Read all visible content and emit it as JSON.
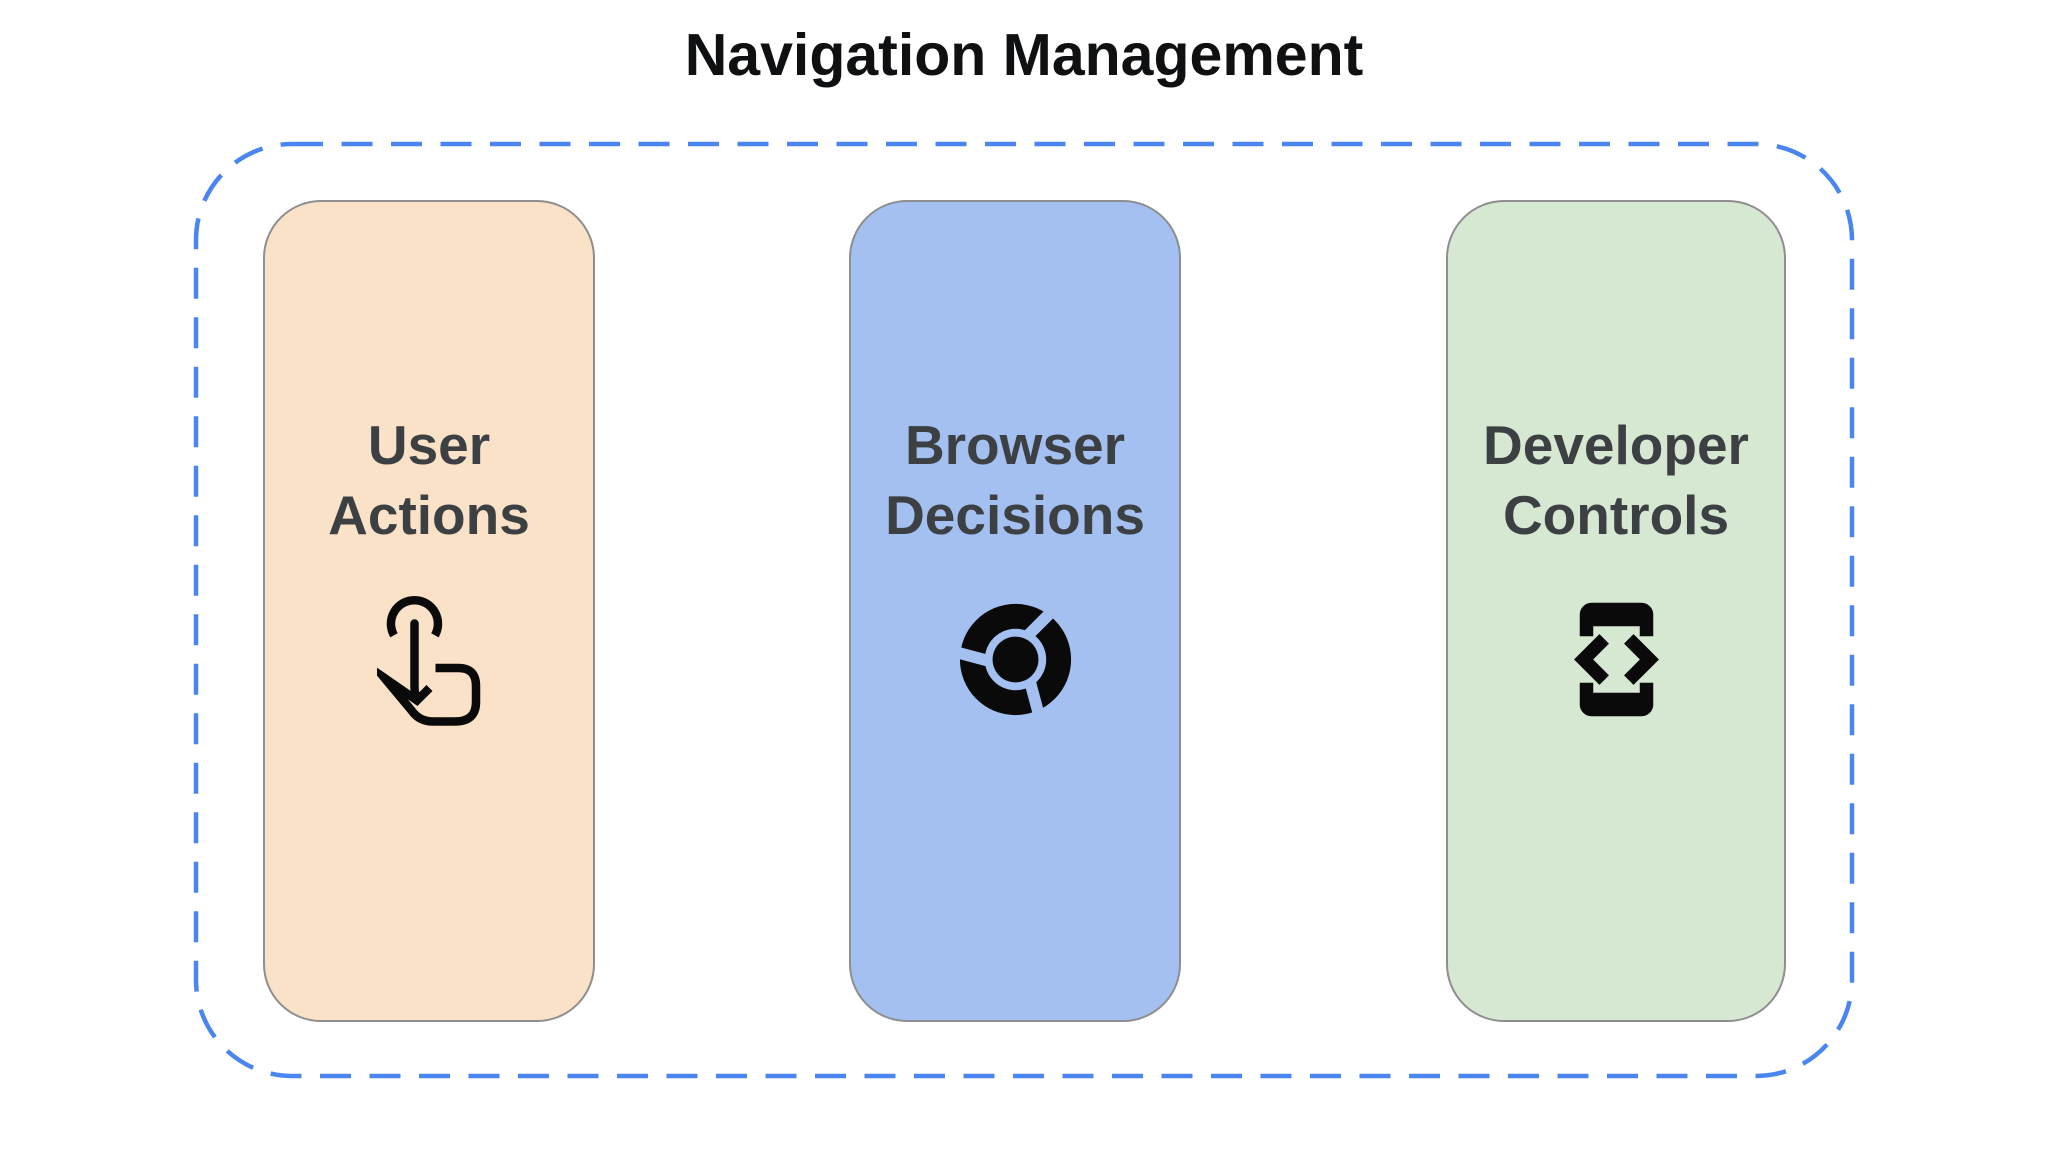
{
  "title": "Navigation Management",
  "group": {
    "border_color": "#4a85f0",
    "border_style": "dashed"
  },
  "cards": [
    {
      "id": "user-actions",
      "lines": [
        "User",
        "Actions"
      ],
      "bg_color": "#fae2c8",
      "icon": "touch-gesture-icon"
    },
    {
      "id": "browser-decisions",
      "lines": [
        "Browser",
        "Decisions"
      ],
      "bg_color": "#a3c0f0",
      "icon": "chrome-browser-icon"
    },
    {
      "id": "developer-controls",
      "lines": [
        "Developer",
        "Controls"
      ],
      "bg_color": "#d6e8d2",
      "icon": "developer-mode-icon"
    }
  ],
  "colors": {
    "background": "#ffffff",
    "title_text": "#0f1012",
    "card_text": "#3c4043",
    "icon": "#0a0a0a",
    "card_border": "#8e8e8e"
  }
}
